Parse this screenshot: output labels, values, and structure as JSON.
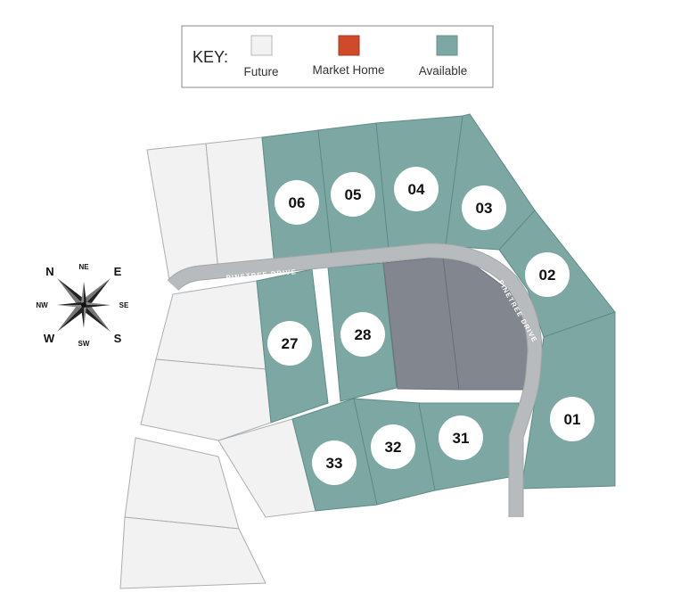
{
  "key": {
    "title": "KEY:",
    "items": [
      {
        "label": "Future",
        "color": "#f2f2f3"
      },
      {
        "label": "Market Home",
        "color": "#cf4a2a"
      },
      {
        "label": "Available",
        "color": "#7ca7a2"
      }
    ]
  },
  "colors": {
    "available": "#7ca7a2",
    "future": "#f2f2f3",
    "reserved": "#81868f",
    "road": "#b8bbbe",
    "lot_border": "#a9aeb2"
  },
  "road": {
    "name_north": "PINETREE DRIVE",
    "name_east": "PINETREE DRIVE"
  },
  "compass": {
    "n": "N",
    "ne": "NE",
    "e": "E",
    "nw": "NW",
    "se": "SE",
    "w": "W",
    "sw": "SW",
    "s": "S"
  },
  "lots": [
    {
      "number": "06",
      "status": "Available"
    },
    {
      "number": "05",
      "status": "Available"
    },
    {
      "number": "04",
      "status": "Available"
    },
    {
      "number": "03",
      "status": "Available"
    },
    {
      "number": "02",
      "status": "Available"
    },
    {
      "number": "01",
      "status": "Available"
    },
    {
      "number": "27",
      "status": "Available"
    },
    {
      "number": "28",
      "status": "Available"
    },
    {
      "number": "33",
      "status": "Available"
    },
    {
      "number": "32",
      "status": "Available"
    },
    {
      "number": "31",
      "status": "Available"
    }
  ]
}
